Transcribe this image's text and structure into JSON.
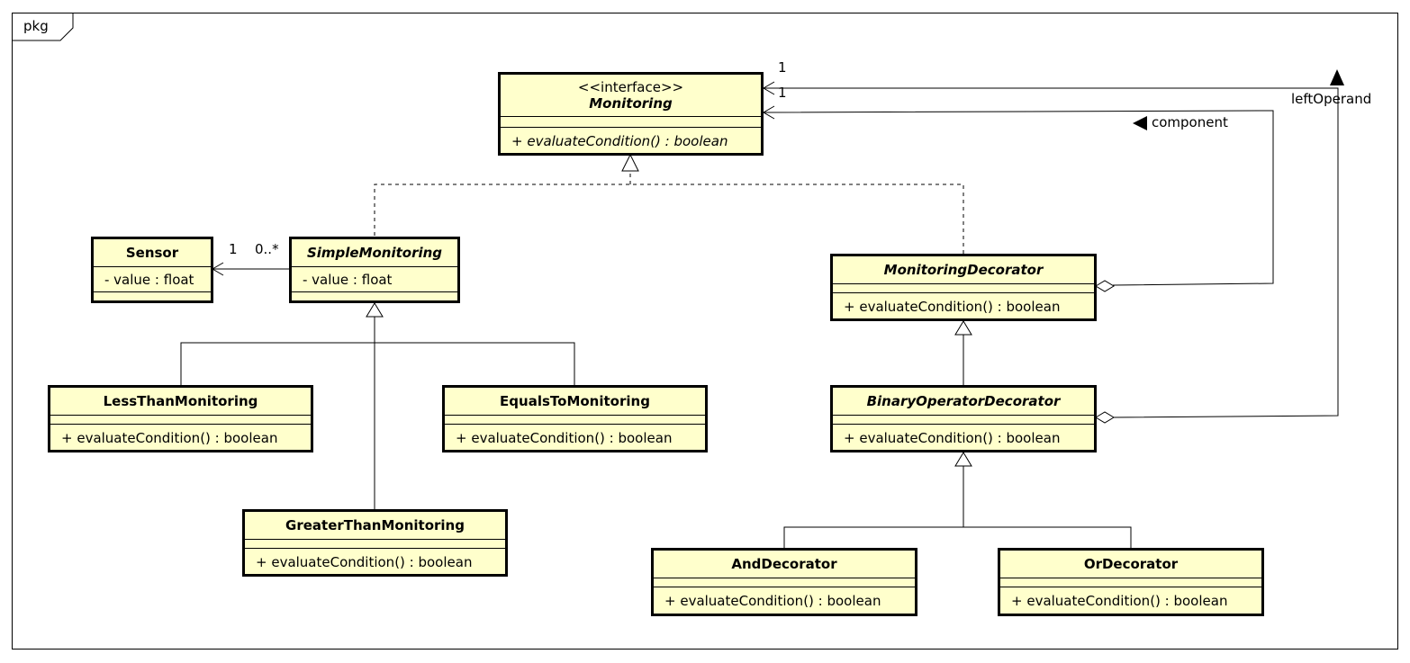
{
  "package": {
    "label": "pkg"
  },
  "classes": {
    "monitoring": {
      "stereotype": "<<interface>>",
      "name": "Monitoring",
      "operation": "+ evaluateCondition() : boolean"
    },
    "sensor": {
      "name": "Sensor",
      "attribute": "- value : float"
    },
    "simple_monitoring": {
      "name": "SimpleMonitoring",
      "attribute": "- value : float"
    },
    "less_than": {
      "name": "LessThanMonitoring",
      "operation": "+ evaluateCondition() : boolean"
    },
    "equals_to": {
      "name": "EqualsToMonitoring",
      "operation": "+ evaluateCondition() : boolean"
    },
    "greater_than": {
      "name": "GreaterThanMonitoring",
      "operation": "+ evaluateCondition() : boolean"
    },
    "monitoring_decorator": {
      "name": "MonitoringDecorator",
      "operation": "+ evaluateCondition() : boolean"
    },
    "binary_operator_decorator": {
      "name": "BinaryOperatorDecorator",
      "operation": "+ evaluateCondition() : boolean"
    },
    "and_decorator": {
      "name": "AndDecorator",
      "operation": "+ evaluateCondition() : boolean"
    },
    "or_decorator": {
      "name": "OrDecorator",
      "operation": "+ evaluateCondition() : boolean"
    }
  },
  "associations": {
    "sensor_end_multiplicity": "1",
    "simple_end_multiplicity": "0..*",
    "left_operand_multiplicity": "1",
    "component_multiplicity": "1",
    "left_operand_label": "leftOperand",
    "component_label": "component"
  }
}
